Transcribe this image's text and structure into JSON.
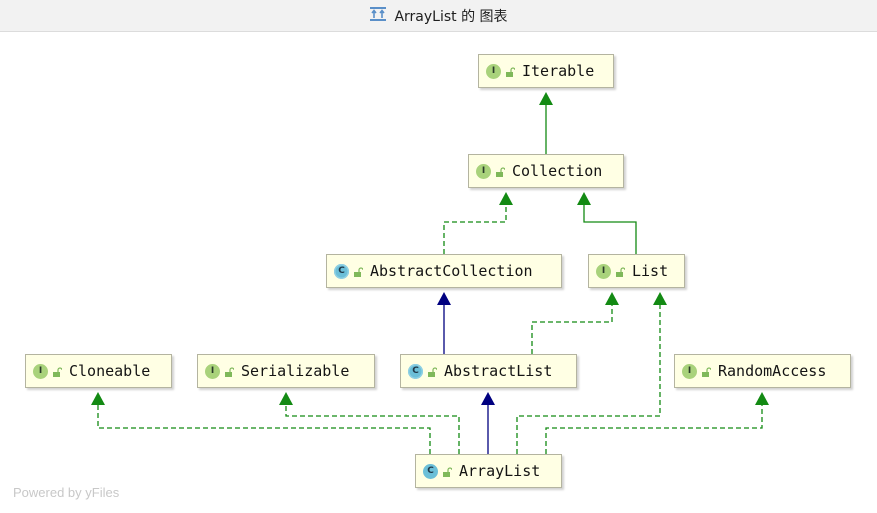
{
  "window": {
    "title": "ArrayList 的 图表",
    "icon": "diagram-icon"
  },
  "colors": {
    "node_fill": "#ffffe4",
    "implements_edge": "#138a13",
    "extends_edge": "#000080",
    "interface_badge": "#a9d27b",
    "class_badge": "#6bbfd8"
  },
  "nodes": [
    {
      "id": "iterable",
      "label": "Iterable",
      "kind": "interface",
      "badge": "I"
    },
    {
      "id": "collection",
      "label": "Collection",
      "kind": "interface",
      "badge": "I"
    },
    {
      "id": "abstract-collection",
      "label": "AbstractCollection",
      "kind": "abstract-class",
      "badge": "C"
    },
    {
      "id": "list",
      "label": "List",
      "kind": "interface",
      "badge": "I"
    },
    {
      "id": "cloneable",
      "label": "Cloneable",
      "kind": "interface",
      "badge": "I"
    },
    {
      "id": "serializable",
      "label": "Serializable",
      "kind": "interface",
      "badge": "I"
    },
    {
      "id": "abstract-list",
      "label": "AbstractList",
      "kind": "abstract-class",
      "badge": "C"
    },
    {
      "id": "random-access",
      "label": "RandomAccess",
      "kind": "interface",
      "badge": "I"
    },
    {
      "id": "array-list",
      "label": "ArrayList",
      "kind": "class",
      "badge": "C"
    }
  ],
  "edges": [
    {
      "from": "collection",
      "to": "iterable",
      "type": "extends-interface"
    },
    {
      "from": "abstract-collection",
      "to": "collection",
      "type": "implements"
    },
    {
      "from": "list",
      "to": "collection",
      "type": "extends-interface"
    },
    {
      "from": "abstract-list",
      "to": "abstract-collection",
      "type": "extends"
    },
    {
      "from": "abstract-list",
      "to": "list",
      "type": "implements"
    },
    {
      "from": "array-list",
      "to": "abstract-list",
      "type": "extends"
    },
    {
      "from": "array-list",
      "to": "list",
      "type": "implements"
    },
    {
      "from": "array-list",
      "to": "cloneable",
      "type": "implements"
    },
    {
      "from": "array-list",
      "to": "serializable",
      "type": "implements"
    },
    {
      "from": "array-list",
      "to": "random-access",
      "type": "implements"
    }
  ],
  "watermark": "Powered by yFiles"
}
